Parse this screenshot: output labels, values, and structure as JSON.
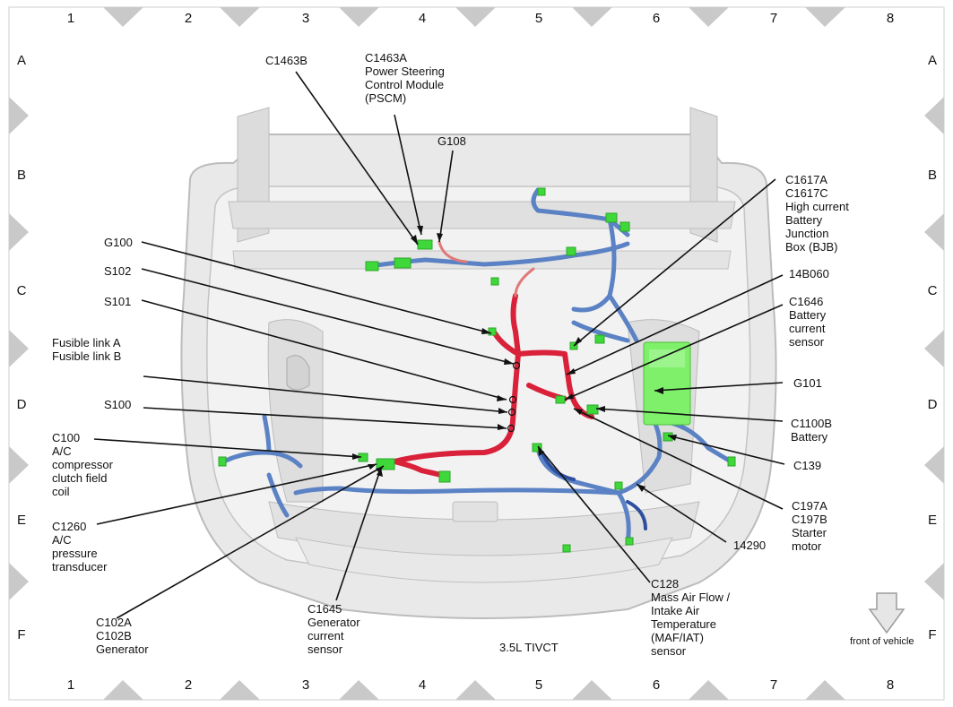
{
  "grid": {
    "columns": [
      "1",
      "2",
      "3",
      "4",
      "5",
      "6",
      "7",
      "8"
    ],
    "rows": [
      "A",
      "B",
      "C",
      "D",
      "E",
      "F"
    ]
  },
  "labels": {
    "c1463b": "C1463B",
    "c1463a": "C1463A\nPower Steering\nControl Module\n(PSCM)",
    "g108": "G108",
    "g100": "G100",
    "s102": "S102",
    "s101": "S101",
    "fusible": "Fusible link A\nFusible link B",
    "s100": "S100",
    "c100": "C100\nA/C\ncompressor\nclutch field\ncoil",
    "c1260": "C1260\nA/C\npressure\ntransducer",
    "c102": "C102A\nC102B\nGenerator",
    "c1645": "C1645\nGenerator\ncurrent\nsensor",
    "engine": "3.5L TIVCT",
    "c128": "C128\nMass Air Flow /\nIntake Air\nTemperature\n(MAF/IAT)\nsensor",
    "c1617": "C1617A\nC1617C\nHigh current\nBattery\nJunction\nBox (BJB)",
    "b14060": "14B060",
    "c1646": "C1646\nBattery\ncurrent\nsensor",
    "g101": "G101",
    "c1100b": "C1100B\nBattery",
    "c139": "C139",
    "c197": "C197A\nC197B\nStarter\nmotor",
    "p14290": "14290",
    "front": "front of vehicle"
  },
  "colors": {
    "harness_blue": "#5b82c4",
    "harness_red": "#d9213a",
    "connector_green": "#3fd83a",
    "battery_green": "#7ef06a",
    "body_gray": "#d6d6d6",
    "border_gray": "#c8c8c8"
  }
}
